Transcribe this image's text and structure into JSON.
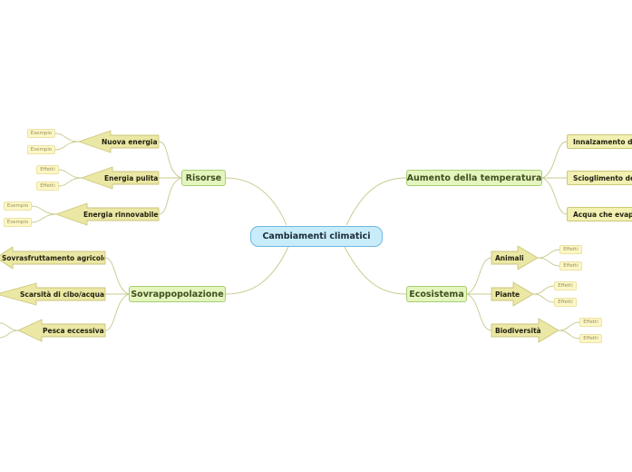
{
  "central": {
    "label": "Cambiamenti climatici"
  },
  "colors": {
    "line": "#c7c98c",
    "arrow_fill": "#ebe7a4",
    "arrow_stroke": "#cbc67c"
  },
  "branches": {
    "risorse": {
      "label": "Risorse",
      "children": [
        {
          "label": "Nuova energia",
          "leaves": [
            "Esempio",
            "Esempio"
          ]
        },
        {
          "label": "Energia pulita",
          "leaves": [
            "Effetti",
            "Effetti"
          ]
        },
        {
          "label": "Energia rinnovabile",
          "leaves": [
            "Esempio",
            "Esempio"
          ]
        }
      ]
    },
    "sovrappopolazione": {
      "label": "Sovrappopolazione",
      "children": [
        {
          "label": "Sovrasfruttamento agricolo"
        },
        {
          "label": "Scarsità di cibo/acqua"
        },
        {
          "label": "Pesca eccessiva"
        }
      ]
    },
    "temperatura": {
      "label": "Aumento della temperatura",
      "children": [
        {
          "label": "Innalzamento del"
        },
        {
          "label": "Scioglimento dei"
        },
        {
          "label": "Acqua che evapo"
        }
      ]
    },
    "ecosistema": {
      "label": "Ecosistema",
      "children": [
        {
          "label": "Animali",
          "leaves": [
            "Effetti",
            "Effetti"
          ]
        },
        {
          "label": "Piante",
          "leaves": [
            "Effetti",
            "Effetti"
          ]
        },
        {
          "label": "Biodiversità",
          "leaves": [
            "Effetti",
            "Effetti"
          ]
        }
      ]
    }
  }
}
